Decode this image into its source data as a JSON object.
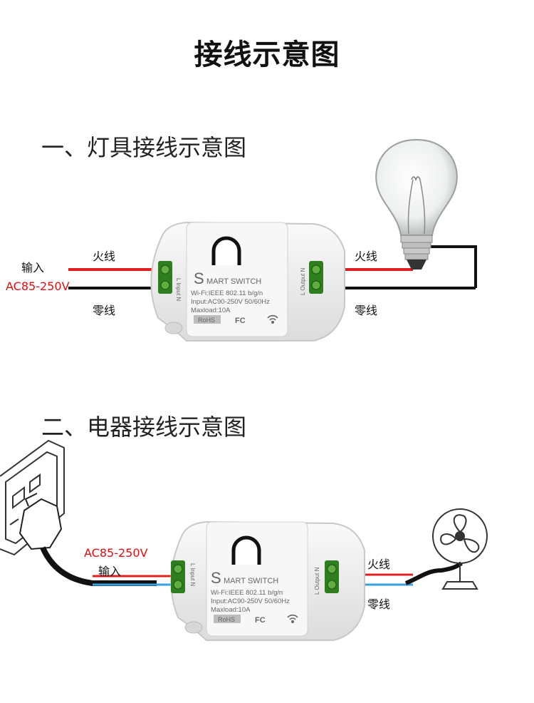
{
  "title": "接线示意图",
  "section1": {
    "heading": "一、灯具接线示意图",
    "input_label": "输入",
    "voltage": "AC85-250V",
    "live_left": "火线",
    "neutral_left": "零线",
    "live_right": "火线",
    "neutral_right": "零线"
  },
  "section2": {
    "heading": "二、电器接线示意图",
    "voltage": "AC85-250V",
    "input_label": "输入",
    "live": "火线",
    "neutral": "零线"
  },
  "device": {
    "brand_s": "S",
    "brand_rest": "MART SWITCH",
    "wifi": "Wi-Fi:IEEE 802.11 b/g/n",
    "input": "Input:AC90-250V 50/60Hz",
    "maxload": "Maxload:10A",
    "rohs": "RoHS",
    "fc": "FC",
    "term_in": "L Input N",
    "term_out": "L Output N"
  },
  "colors": {
    "live_wire": "#e02020",
    "neutral_wire": "#111111",
    "blue_wire": "#3aa0e0",
    "device_body": "#f2f2f2",
    "terminal": "#2e7d1e"
  }
}
